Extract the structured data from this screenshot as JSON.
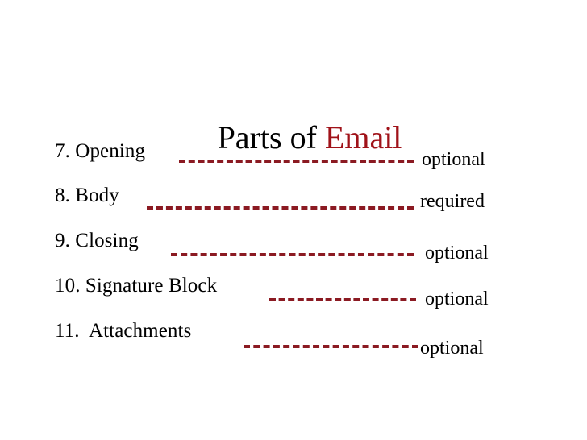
{
  "slide": {
    "background_color": "#ffffff",
    "title": {
      "lead": "Parts of ",
      "highlight": "Email",
      "lead_color": "#000000",
      "highlight_color": "#A01219"
    },
    "dash_color": "#8B1A22",
    "text_color": "#000000",
    "rows": [
      {
        "label": "7. Opening",
        "tag": "optional"
      },
      {
        "label": "8. Body",
        "tag": "required"
      },
      {
        "label": "9. Closing",
        "tag": "optional"
      },
      {
        "label": "10. Signature Block",
        "tag": "optional"
      },
      {
        "label": "11.  Attachments",
        "tag": "optional"
      }
    ]
  }
}
